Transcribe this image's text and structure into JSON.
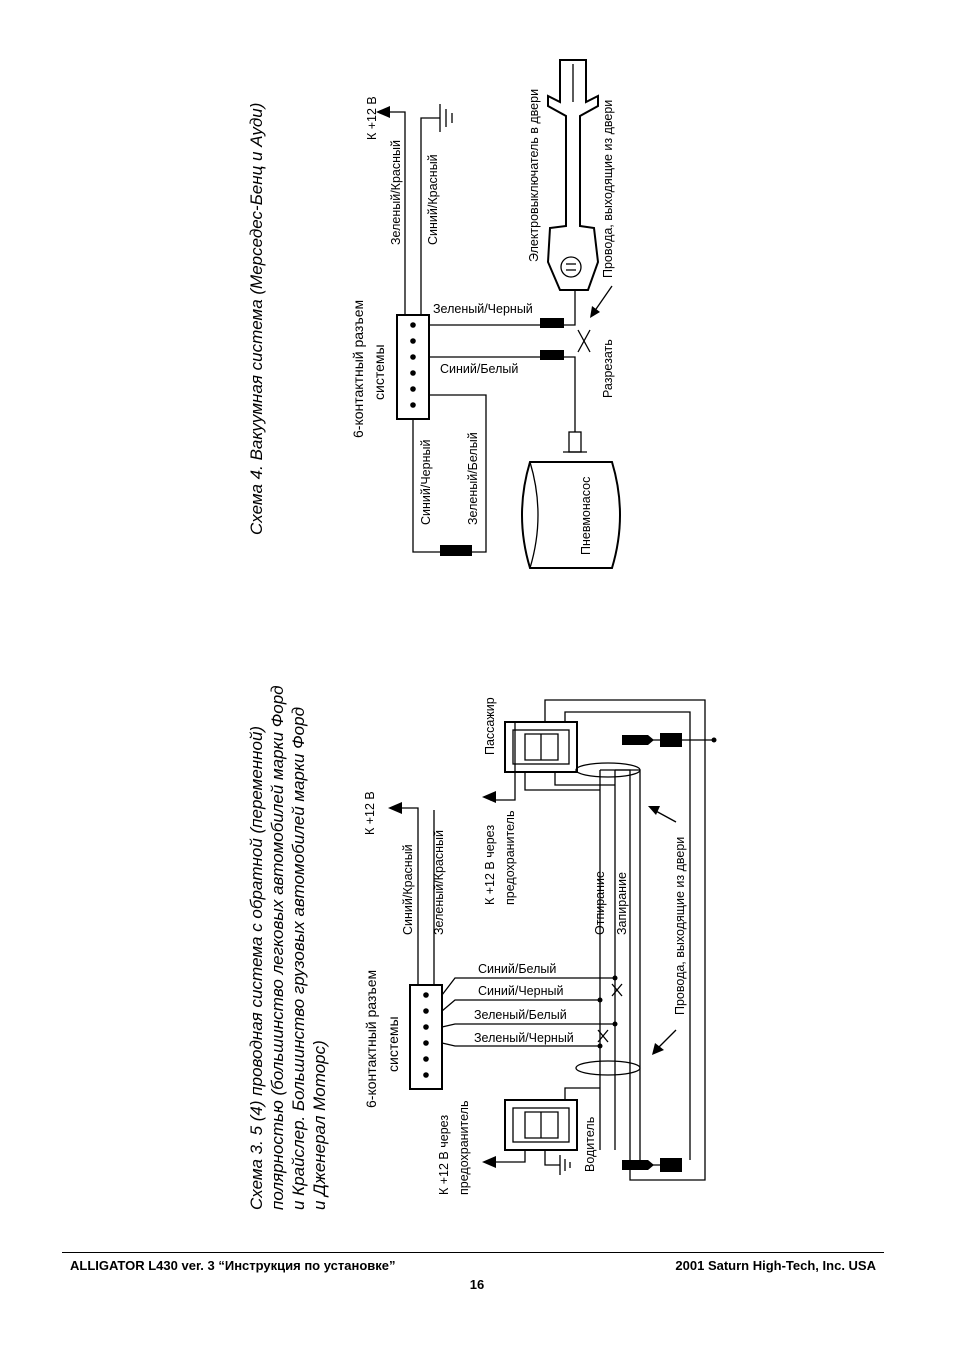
{
  "scheme4": {
    "title": "Схема 4. Вакуумная система (Мерседес-Бенц и Ауди)",
    "connector_line1": "6-контактный разъем",
    "connector_line2": "системы",
    "k12": "К +12 В",
    "wire_green_red": "Зеленый/Красный",
    "wire_blue_red": "Синий/Красный",
    "wire_green_black": "Зеленый/Черный",
    "wire_blue_white": "Синий/Белый",
    "wire_blue_black": "Синий/Черный",
    "wire_green_white": "Зеленый/Белый",
    "door_switch": "Электровыключатель в двери",
    "door_wires": "Провода, выходящие из двери",
    "cut": "Разрезать",
    "pump": "Пневмонасос"
  },
  "scheme3": {
    "title_line1": "Схема 3. 5 (4) проводная система с обратной (переменной)",
    "title_line2": "полярностью (большинство легковых автомобилей марки Форд",
    "title_line3": "и Крайслер. Большинство грузовых автомобилей марки Форд",
    "title_line4": "и Дженерал Моторс)",
    "connector_line1": "6-контактный разъем",
    "connector_line2": "системы",
    "k12": "К +12 В",
    "wire_blue_red": "Синий/Красный",
    "wire_green_red": "Зеленый/Красный",
    "wire_blue_white": "Синий/Белый",
    "wire_blue_black": "Синий/Черный",
    "wire_green_white": "Зеленый/Белый",
    "wire_green_black": "Зеленый/Черный",
    "passenger": "Пассажир",
    "driver": "Водитель",
    "k12_fuse_line1": "К +12 В через",
    "k12_fuse_line2": "предохранитель",
    "unlock": "Отпирание",
    "lock": "Запирание",
    "door_wires": "Провода, выходящие из двери"
  },
  "footer": {
    "left": "ALLIGATOR L430 ver. 3  “Инструкция по установке”",
    "right": "2001 Saturn High-Tech, Inc. USA",
    "page": "16"
  }
}
